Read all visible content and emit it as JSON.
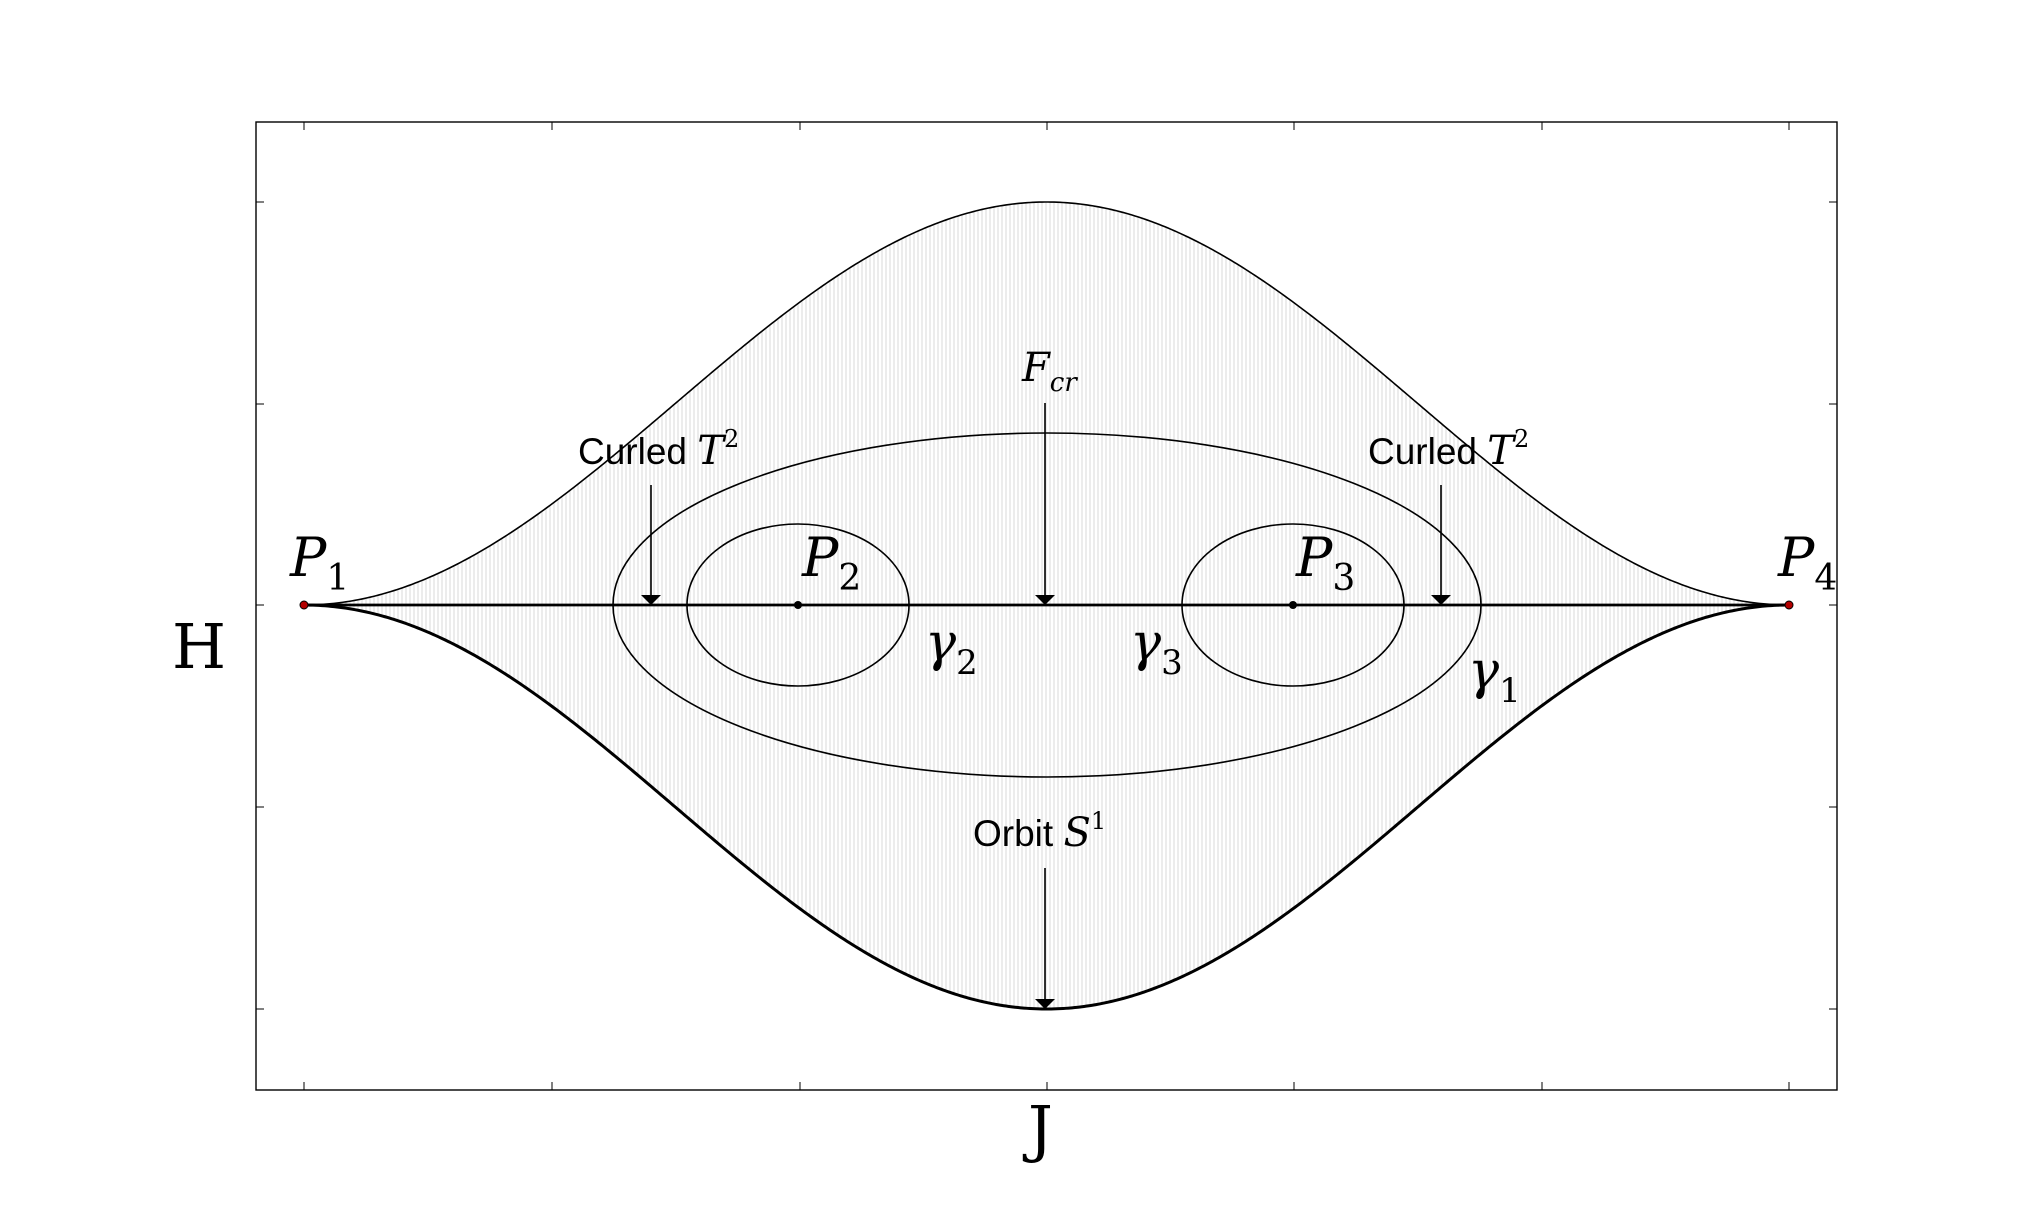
{
  "colors": {
    "stroke": "#000000",
    "hatch": "#cfcfcf",
    "background": "#ffffff",
    "endpoint_dot": "#b30000",
    "interior_dot": "#000000"
  },
  "axes": {
    "x_label": "J",
    "y_label": "H"
  },
  "points": {
    "p1": {
      "base": "P",
      "sub": "1"
    },
    "p2": {
      "base": "P",
      "sub": "2"
    },
    "p3": {
      "base": "P",
      "sub": "3"
    },
    "p4": {
      "base": "P",
      "sub": "4"
    }
  },
  "curves": {
    "gamma1": {
      "base": "γ",
      "sub": "1"
    },
    "gamma2": {
      "base": "γ",
      "sub": "2"
    },
    "gamma3": {
      "base": "γ",
      "sub": "3"
    }
  },
  "annotations": {
    "curled_left": {
      "text": "Curled ",
      "math": "T",
      "sup": "2"
    },
    "curled_right": {
      "text": "Curled ",
      "math": "T",
      "sup": "2"
    },
    "fcr": {
      "base": "F",
      "sub": "cr"
    },
    "orbit": {
      "text": "Orbit ",
      "math": "S",
      "sup": "1"
    }
  }
}
